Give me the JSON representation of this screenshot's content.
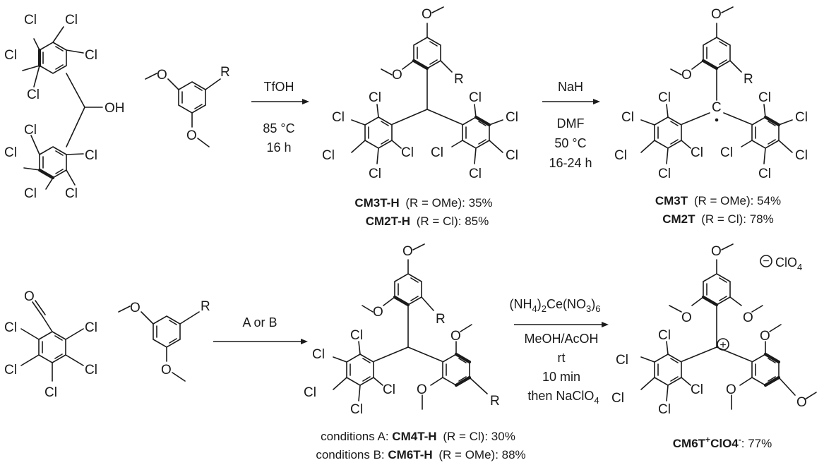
{
  "atoms": {
    "chlorine": "Cl",
    "hydroxyl": "OH",
    "oxygen": "O",
    "substituent_r": "R",
    "radical_carbon": "C",
    "cation_charge": "+",
    "anion_charge": "−"
  },
  "scheme1": {
    "step1": {
      "reagent": "TfOH",
      "temperature": "85 °C",
      "time": "16 h"
    },
    "step2": {
      "reagent": "NaH",
      "solvent": "DMF",
      "temperature": "50 °C",
      "time": "16-24 h"
    },
    "intermediates": [
      {
        "name": "CM3T-H",
        "condition": "(R = OMe): 35%"
      },
      {
        "name": "CM2T-H",
        "condition": "(R = Cl): 85%"
      }
    ],
    "radicals": [
      {
        "name": "CM3T",
        "condition": "(R = OMe): 54%"
      },
      {
        "name": "CM2T",
        "condition": "(R = Cl): 78%"
      }
    ]
  },
  "scheme2": {
    "step1": {
      "reagent": "A or B"
    },
    "step2": {
      "reagent_base": "(NH",
      "reagent_sub1": "4",
      "reagent_mid": ")",
      "reagent_sub2": "2",
      "reagent_tail": "Ce(NO",
      "reagent_sub3": "3",
      "reagent_end": ")",
      "reagent_sub4": "6",
      "solvent": "MeOH/AcOH",
      "temperature": "rt",
      "time": "10 min",
      "quench_base": "then NaClO",
      "quench_sub": "4"
    },
    "counterion_base": "ClO",
    "counterion_sub": "4",
    "intermediates": [
      {
        "prefix": "conditions A: ",
        "name": "CM4T-H",
        "condition": "(R = Cl): 30%"
      },
      {
        "prefix": "conditions B: ",
        "name": "CM6T-H",
        "condition": "(R = OMe): 88%"
      }
    ],
    "product": {
      "name_base": "CM6T",
      "name_sup": "+",
      "name_anion": "ClO4",
      "name_anion_sup": "-",
      "yield": ": 77%"
    }
  }
}
